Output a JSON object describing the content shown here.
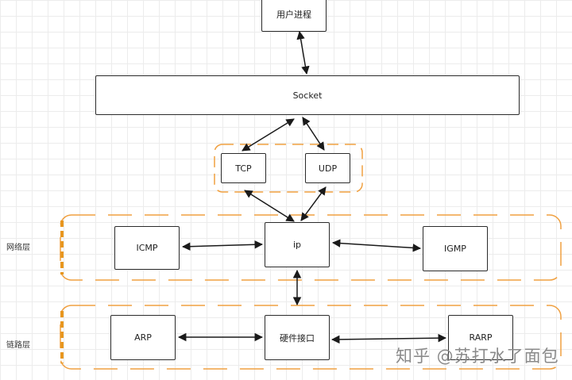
{
  "nodes": {
    "user_process": "用户进程",
    "socket": "Socket",
    "tcp": "TCP",
    "udp": "UDP",
    "icmp": "ICMP",
    "ip": "ip",
    "igmp": "IGMP",
    "arp": "ARP",
    "hardware_interface": "硬件接口",
    "rarp": "RARP"
  },
  "layers": {
    "network": "网络层",
    "link": "链路层"
  },
  "watermark": "知乎 @苏打水了面包",
  "colors": {
    "group_border": "#f0a040",
    "group_bracket": "#e8961e",
    "box_border": "#2b2b2b",
    "arrow": "#1a1a1a"
  }
}
